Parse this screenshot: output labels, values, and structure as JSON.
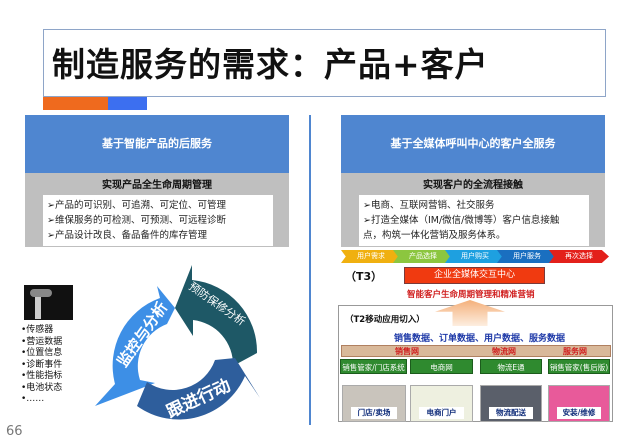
{
  "title": "制造服务的需求：产品+客户",
  "colors": {
    "accent_orange": "#ef6a1e",
    "accent_blue": "#3c6ff0",
    "panel_header": "#4f86d0",
    "panel_body": "#bfbfbf"
  },
  "left": {
    "header": "基于智能产品的后服务",
    "subtitle": "实现产品全生命周期管理",
    "items": [
      "➢产品的可识别、可追溯、可定位、可管理",
      "➢维保服务的可检测、可预测、可远程诊断",
      "➢产品设计改良、备品备件的库存管理"
    ],
    "sensor_list": [
      "•传感器",
      "•营运数据",
      "•位置信息",
      "•诊断事件",
      "•性能指标",
      "•电池状态",
      "•……"
    ],
    "cycle": [
      "监控与分析",
      "预防保修分析",
      "跟进行动"
    ]
  },
  "right": {
    "header": "基于全媒体呼叫中心的客户全服务",
    "subtitle": "实现客户的全流程接触",
    "items": [
      "➢电商、互联网营销、社交服务",
      "➢打造全媒体（IM/微信/微博等）客户信息接触",
      "点，构筑一体化营销及服务体系。"
    ],
    "process": [
      "用户需求",
      "产品选择",
      "用户购买",
      "用户服务",
      "再次选择"
    ],
    "t3": "（T3）",
    "t3_box": "企业全媒体交互中心",
    "t3_caption": "智能客户生命周期管理和精准营销",
    "t2": "（T2移动应用切入）",
    "data_line": "销售数据、订单数据、用户数据、服务数据",
    "categories": [
      "销售网",
      "物流网",
      "服务网"
    ],
    "systems": [
      "销售管家/门店系统",
      "电商网",
      "物流E通",
      "销售管家(售后版)"
    ],
    "channels": [
      "门店/卖场",
      "电商门户",
      "物流配送",
      "安装/维修"
    ]
  },
  "page_number": "66"
}
